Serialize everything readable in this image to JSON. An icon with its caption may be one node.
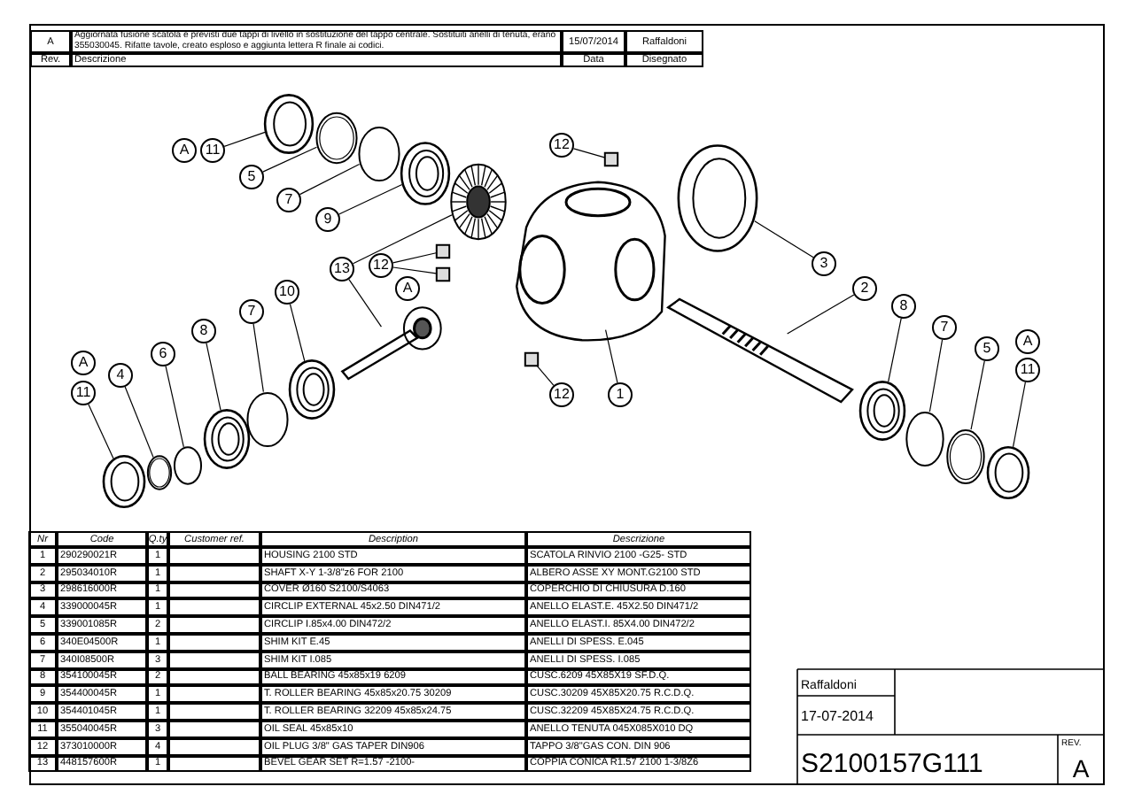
{
  "diagram": {
    "nodes": [
      {
        "text": [
          "11"
        ]
      },
      {
        "text": [],
        "shape": "picture"
      },
      {
        "text": [
          "5"
        ]
      },
      {
        "text": [],
        "shape": "picture"
      },
      {
        "text": [
          "7"
        ]
      },
      {
        "text": [],
        "shape": "circle"
      },
      {
        "text": [
          "9"
        ]
      },
      {
        "text": [],
        "shape": "picture"
      },
      {
        "text": [
          "12"
        ]
      },
      {
        "text": [],
        "shape": "box"
      },
      {
        "text": [
          "3"
        ]
      },
      {
        "text": [],
        "shape": "picture"
      },
      {
        "text": [
          "13"
        ]
      },
      {
        "text": [],
        "shape": "picture"
      },
      {
        "text": [
          "12"
        ]
      },
      {
        "text": [],
        "shape": "box"
      },
      {
        "text": [],
        "shape": "box"
      },
      {
        "text": [],
        "shape": "picture"
      },
      {
        "text": [],
        "shape": "picture"
      },
      {
        "text": [
          "10"
        ]
      },
      {
        "text": [],
        "shape": "picture"
      },
      {
        "text": [
          "7"
        ]
      },
      {
        "text": [],
        "shape": "circle"
      },
      {
        "text": [
          "8"
        ]
      },
      {
        "text": [],
        "shape": "picture"
      },
      {
        "text": [
          "6"
        ]
      },
      {
        "text": [],
        "shape": "circle"
      },
      {
        "text": [
          "4"
        ]
      },
      {
        "text": [],
        "shape": "picture"
      },
      {
        "text": [
          "11"
        ]
      },
      {
        "text": [],
        "shape": "picture"
      },
      {
        "text": [
          "12"
        ]
      },
      {
        "text": [],
        "shape": "box"
      },
      {
        "text": [
          "1"
        ]
      },
      {
        "text": [
          "2"
        ]
      },
      {
        "text": [],
        "shape": "picture"
      },
      {
        "text": [
          "8"
        ]
      },
      {
        "text": [],
        "shape": "picture"
      },
      {
        "text": [
          "7"
        ]
      },
      {
        "text": [],
        "shape": "circle"
      },
      {
        "text": [
          "5"
        ]
      },
      {
        "text": [],
        "shape": "picture"
      },
      {
        "text": [
          "11"
        ]
      },
      {
        "text": [],
        "shape": "picture"
      },
      {
        "text": [
          "A"
        ]
      },
      {
        "text": [
          "A"
        ]
      },
      {
        "text": [
          "A"
        ]
      },
      {
        "text": [
          "A"
        ]
      }
    ],
    "edges": [
      {
        "from": 0,
        "to": 1,
        "arrow": "none"
      },
      {
        "from": 2,
        "to": 3,
        "arrow": "none"
      },
      {
        "from": 4,
        "to": 5,
        "arrow": "none"
      },
      {
        "from": 6,
        "to": 7,
        "arrow": "none"
      },
      {
        "from": 8,
        "to": 9,
        "arrow": "none"
      },
      {
        "from": 10,
        "to": 11,
        "arrow": "none"
      },
      {
        "from": 12,
        "to": 13,
        "arrow": "none"
      },
      {
        "from": 12,
        "to": 18,
        "arrow": "none"
      },
      {
        "from": 14,
        "to": 15,
        "arrow": "none"
      },
      {
        "from": 14,
        "to": 16,
        "arrow": "none"
      },
      {
        "from": 19,
        "to": 20,
        "arrow": "none"
      },
      {
        "from": 21,
        "to": 22,
        "arrow": "none"
      },
      {
        "from": 23,
        "to": 24,
        "arrow": "none"
      },
      {
        "from": 25,
        "to": 26,
        "arrow": "none"
      },
      {
        "from": 27,
        "to": 28,
        "arrow": "none"
      },
      {
        "from": 29,
        "to": 30,
        "arrow": "none"
      },
      {
        "from": 31,
        "to": 32,
        "arrow": "none"
      },
      {
        "from": 33,
        "to": 17,
        "arrow": "none"
      },
      {
        "from": 34,
        "to": 35,
        "arrow": "none"
      },
      {
        "from": 36,
        "to": 37,
        "arrow": "none"
      },
      {
        "from": 38,
        "to": 39,
        "arrow": "none"
      },
      {
        "from": 40,
        "to": 41,
        "arrow": "none"
      },
      {
        "from": 42,
        "to": 43,
        "arrow": "none"
      }
    ],
    "labels": [
      "A",
      "Aggiornata fusione scatola e previsti due tappi di livello in sostituzione del tappo centrale. Sostituiti anelli di tenuta, erano 355030045. Rifatte tavole, creato esploso e aggiunta lettera R finale ai codici.",
      "15/07/2014",
      "Raffaldoni",
      "Rev.",
      "Descrizione",
      "Data",
      "Disegnato",
      "Nr",
      "Code",
      "Q.ty",
      "Customer ref.",
      "Description",
      "Descrizione",
      "1",
      "290290021R",
      "1",
      "HOUSING 2100 STD",
      "SCATOLA RINVIO 2100 -G25- STD",
      "2",
      "295034010R",
      "1",
      "SHAFT X-Y 1-3/8\"z6 FOR 2100",
      "ALBERO ASSE XY MONT.G2100 STD",
      "3",
      "298616000R",
      "1",
      "COVER Ø160 S2100/S4063",
      "COPERCHIO DI CHIUSURA D.160",
      "4",
      "339000045R",
      "1",
      "CIRCLIP EXTERNAL 45x2.50 DIN471/2",
      "ANELLO ELAST.E. 45X2.50 DIN471/2",
      "5",
      "339001085R",
      "2",
      "CIRCLIP I.85x4.00 DIN472/2",
      "ANELLO ELAST.I. 85X4.00 DIN472/2",
      "6",
      "340E04500R",
      "1",
      "SHIM KIT E.45",
      "ANELLI DI SPESS. E.045",
      "7",
      "340I08500R",
      "3",
      "SHIM KIT I.085",
      "ANELLI DI SPESS. I.085",
      "8",
      "354100045R",
      "2",
      "BALL BEARING 45x85x19 6209",
      "CUSC.6209 45X85X19 SF.D.Q.",
      "9",
      "354400045R",
      "1",
      "T. ROLLER BEARING 45x85x20.75 30209",
      "CUSC.30209 45X85X20.75 R.C.D.Q.",
      "10",
      "354401045R",
      "1",
      "T. ROLLER BEARING 32209 45x85x24.75",
      "CUSC.32209 45X85X24.75 R.C.D.Q.",
      "11",
      "355040045R",
      "3",
      "OIL SEAL 45x85x10",
      "ANELLO TENUTA 045X085X010 DQ",
      "12",
      "373010000R",
      "4",
      "OIL PLUG 3/8\" GAS TAPER DIN906",
      "TAPPO 3/8\"GAS CON. DIN 906",
      "13",
      "448157600R",
      "1",
      "BEVEL GEAR SET R=1.57 -2100-",
      "COPPIA CONICA R1.57 2100 1-3/8Z6",
      "Raffaldoni",
      "17-07-2014",
      "S2100157G111",
      "REV.",
      "A"
    ]
  }
}
